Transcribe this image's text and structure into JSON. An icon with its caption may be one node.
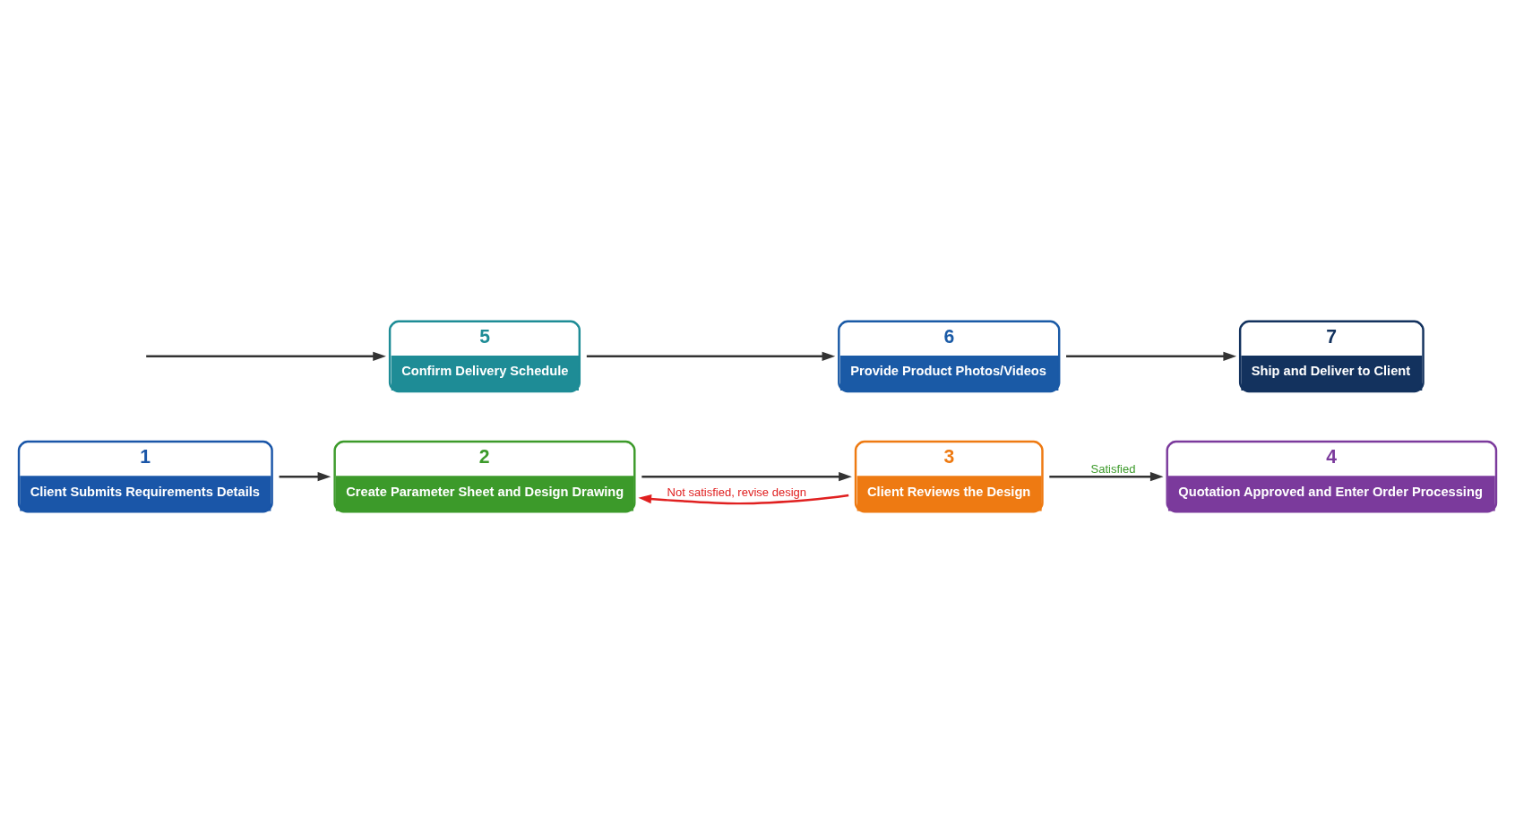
{
  "diagram": {
    "nodes": [
      {
        "text": [
          "1",
          "Client Submits Requirements Details"
        ]
      },
      {
        "text": [
          "2",
          "Create Parameter Sheet and Design Drawing"
        ]
      },
      {
        "text": [
          "3",
          "Client Reviews the Design"
        ]
      },
      {
        "text": [
          "4",
          "Quotation Approved and Enter Order Processing"
        ]
      },
      {
        "text": [
          "5",
          "Confirm Delivery Schedule"
        ]
      },
      {
        "text": [
          "6",
          "Provide Product Photos/Videos"
        ]
      },
      {
        "text": [
          "7",
          "Ship and Deliver to Client"
        ]
      }
    ],
    "edges": [
      {
        "from": 0,
        "to": 1,
        "arrow": "to"
      },
      {
        "from": 1,
        "to": 2,
        "arrow": "to"
      },
      {
        "from": 2,
        "to": 3,
        "arrow": "to",
        "label": "Satisfied"
      },
      {
        "from": 2,
        "to": 1,
        "arrow": "to",
        "label": "Not satisfied, revise design",
        "color": "#e02020"
      },
      {
        "from": null,
        "to": 4,
        "arrow": "to"
      },
      {
        "from": 4,
        "to": 5,
        "arrow": "to"
      },
      {
        "from": 5,
        "to": 6,
        "arrow": "to"
      }
    ]
  }
}
